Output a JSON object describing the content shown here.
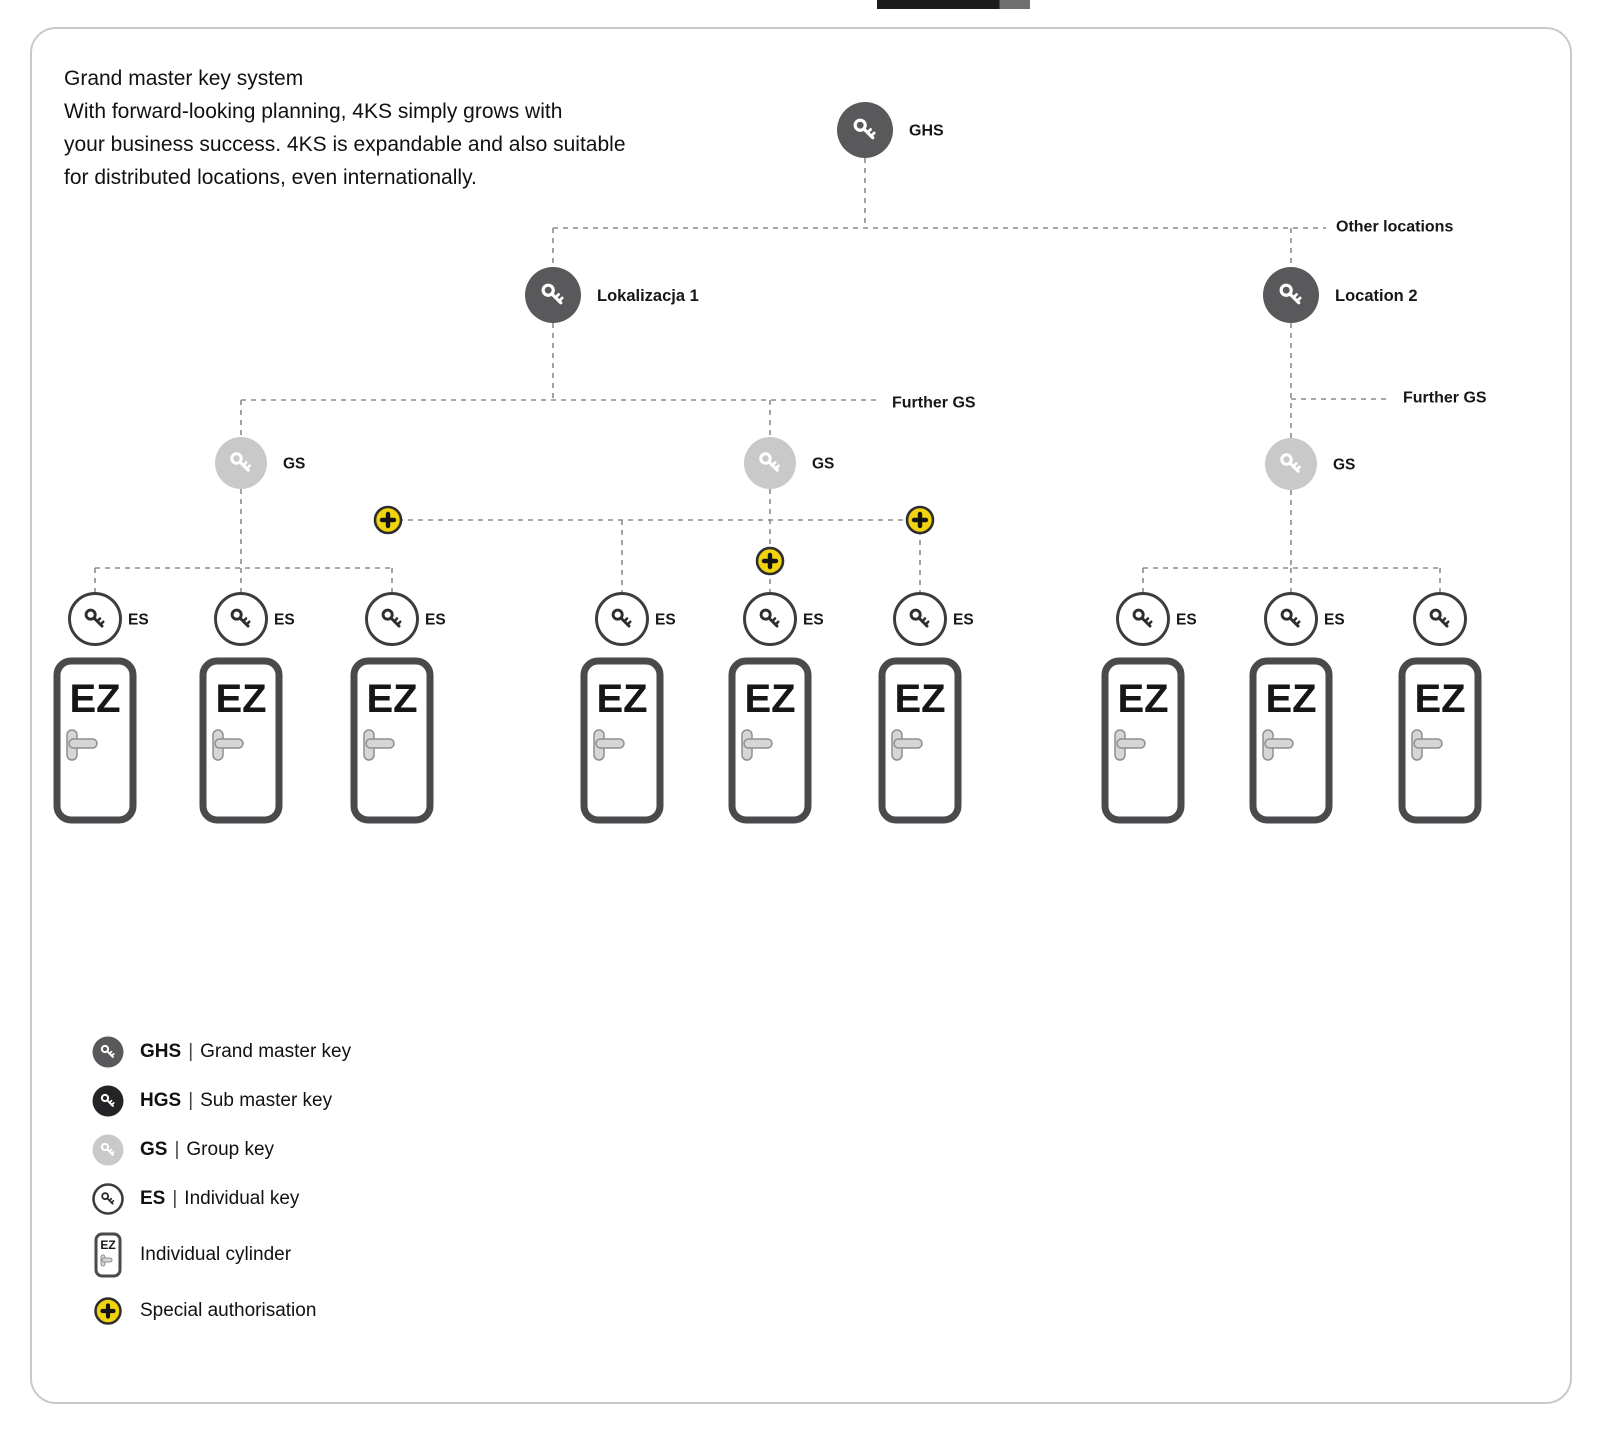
{
  "intro": {
    "title": "Grand master key system",
    "body": "With forward-looking planning, 4KS simply grows with\nyour business success. 4KS is expandable and also suitable\nfor distributed locations, even internationally."
  },
  "diagram": {
    "root": {
      "label": "GHS"
    },
    "locations": [
      {
        "label": "Lokalizacja 1"
      },
      {
        "label": "Location 2"
      }
    ],
    "branch_labels": {
      "other_locations": "Other locations",
      "further_gs_left": "Further GS",
      "further_gs_right": "Further GS"
    },
    "group_keys": [
      {
        "label": "GS"
      },
      {
        "label": "GS"
      },
      {
        "label": "GS"
      }
    ],
    "individual_keys": [
      {
        "label": "ES"
      },
      {
        "label": "ES"
      },
      {
        "label": "ES"
      },
      {
        "label": "ES"
      },
      {
        "label": "ES"
      },
      {
        "label": "ES"
      },
      {
        "label": "ES"
      },
      {
        "label": "ES"
      },
      {
        "label": ""
      }
    ],
    "cylinder_labels": [
      "EZ",
      "EZ",
      "EZ",
      "EZ",
      "EZ",
      "EZ",
      "EZ",
      "EZ",
      "EZ"
    ],
    "special_authorisation_count": 3
  },
  "legend": {
    "items": [
      {
        "term": "GHS",
        "separator": "|",
        "desc": "Grand master key"
      },
      {
        "term": "HGS",
        "separator": "|",
        "desc": "Sub master key"
      },
      {
        "term": "GS",
        "separator": "|",
        "desc": "Group key"
      },
      {
        "term": "ES",
        "separator": "|",
        "desc": "Individual key"
      },
      {
        "term": "",
        "separator": "",
        "desc": "Individual cylinder",
        "icon_label": "EZ"
      },
      {
        "term": "",
        "separator": "",
        "desc": "Special authorisation"
      }
    ]
  },
  "colors": {
    "grand_master": "#59595b",
    "sub_master": "#242427",
    "group_key": "#c9c9c9",
    "individual_stroke": "#3d3d3f",
    "key_dark": "#2e2e30",
    "door_border": "#4a4a4c",
    "special_authorisation": "#f2d40e",
    "connector": "#8c8c8c",
    "text": "#111111"
  }
}
